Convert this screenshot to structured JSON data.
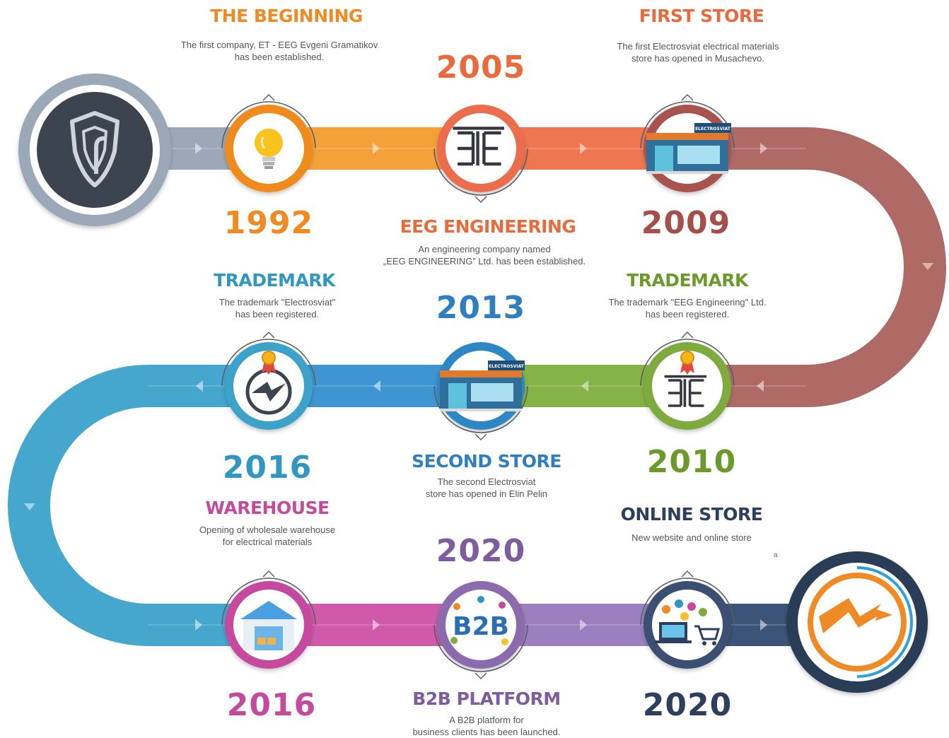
{
  "colors": {
    "gray": "#8b9aad",
    "orange_dark": "#f18a1e",
    "orange_light": "#f6a733",
    "red_orange": "#ec6d4c",
    "brown": "#a8534e",
    "green": "#7eab3d",
    "blue": "#2e87c5",
    "cyan": "#3ca2c9",
    "magenta": "#c64aa0",
    "purple": "#8b6aad",
    "navy": "#3a5072",
    "dark_navy": "#2b3d56"
  },
  "milestones": [
    {
      "id": "beginning",
      "title": "THE BEGINNING",
      "desc": [
        "The first company, ET - EEG Evgeni Gramatikov",
        "has been established."
      ],
      "year": "1992",
      "title_color": "#f08a24",
      "year_color": "#f08a24",
      "icon": "lightbulb-icon"
    },
    {
      "id": "eeg-engineering",
      "title": "EEG ENGINEERING",
      "desc": [
        "An engineering company named",
        "„EEG ENGINEERING” Ltd. has been established."
      ],
      "year": "2005",
      "title_color": "#ea6a3c",
      "year_color": "#ea6a3c",
      "icon": "eeg-logo-icon"
    },
    {
      "id": "first-store",
      "title": "FIRST STORE",
      "desc": [
        "The first Electrosviat electrical materials",
        "store has opened in Musachevo."
      ],
      "year": "2009",
      "title_color": "#ea6a3c",
      "year_color": "#a54e4a",
      "icon": "store-icon"
    },
    {
      "id": "trademark-eeg",
      "title": "TRADEMARK",
      "desc": [
        "The trademark \"EEG Engineering\" Ltd.",
        "has been registered."
      ],
      "year": "2010",
      "title_color": "#6c9a2a",
      "year_color": "#6c9a2a",
      "icon": "eeg-trademark-icon"
    },
    {
      "id": "second-store",
      "title": "SECOND STORE",
      "desc": [
        "The second Electrosviat",
        "store has opened in Elin Pelin"
      ],
      "year": "2013",
      "title_color": "#2f7fc0",
      "year_color": "#2f7fc0",
      "icon": "store-icon"
    },
    {
      "id": "trademark-electrosviat",
      "title": "TRADEMARK",
      "desc": [
        "The trademark \"Electrosviat\"",
        "has been registered."
      ],
      "year": "2016",
      "title_color": "#2f97c2",
      "year_color": "#2f97c2",
      "icon": "electrosviat-trademark-icon"
    },
    {
      "id": "warehouse",
      "title": "WAREHOUSE",
      "desc": [
        "Opening of wholesale warehouse",
        "for electrical materials"
      ],
      "year": "2016",
      "title_color": "#c44b9c",
      "year_color": "#c44b9c",
      "icon": "warehouse-icon"
    },
    {
      "id": "b2b-platform",
      "title": "B2B PLATFORM",
      "desc": [
        "A B2B platform for",
        "business clients has been launched."
      ],
      "year": "2020",
      "title_color": "#7d5ca0",
      "year_color": "#7d5ca0",
      "icon": "b2b-icon"
    },
    {
      "id": "online-store",
      "title": "ONLINE STORE",
      "desc": [
        "New website and online store"
      ],
      "year": "2020",
      "title_color": "#2c3f5c",
      "year_color": "#2c3f5c",
      "icon": "online-store-icon"
    }
  ],
  "store_sign": "ELECTROSVIAT",
  "b2b_label": "B2B",
  "stray_mark": "a",
  "start_icon": "shield-logo-icon",
  "end_icon": "lightning-logo-icon"
}
